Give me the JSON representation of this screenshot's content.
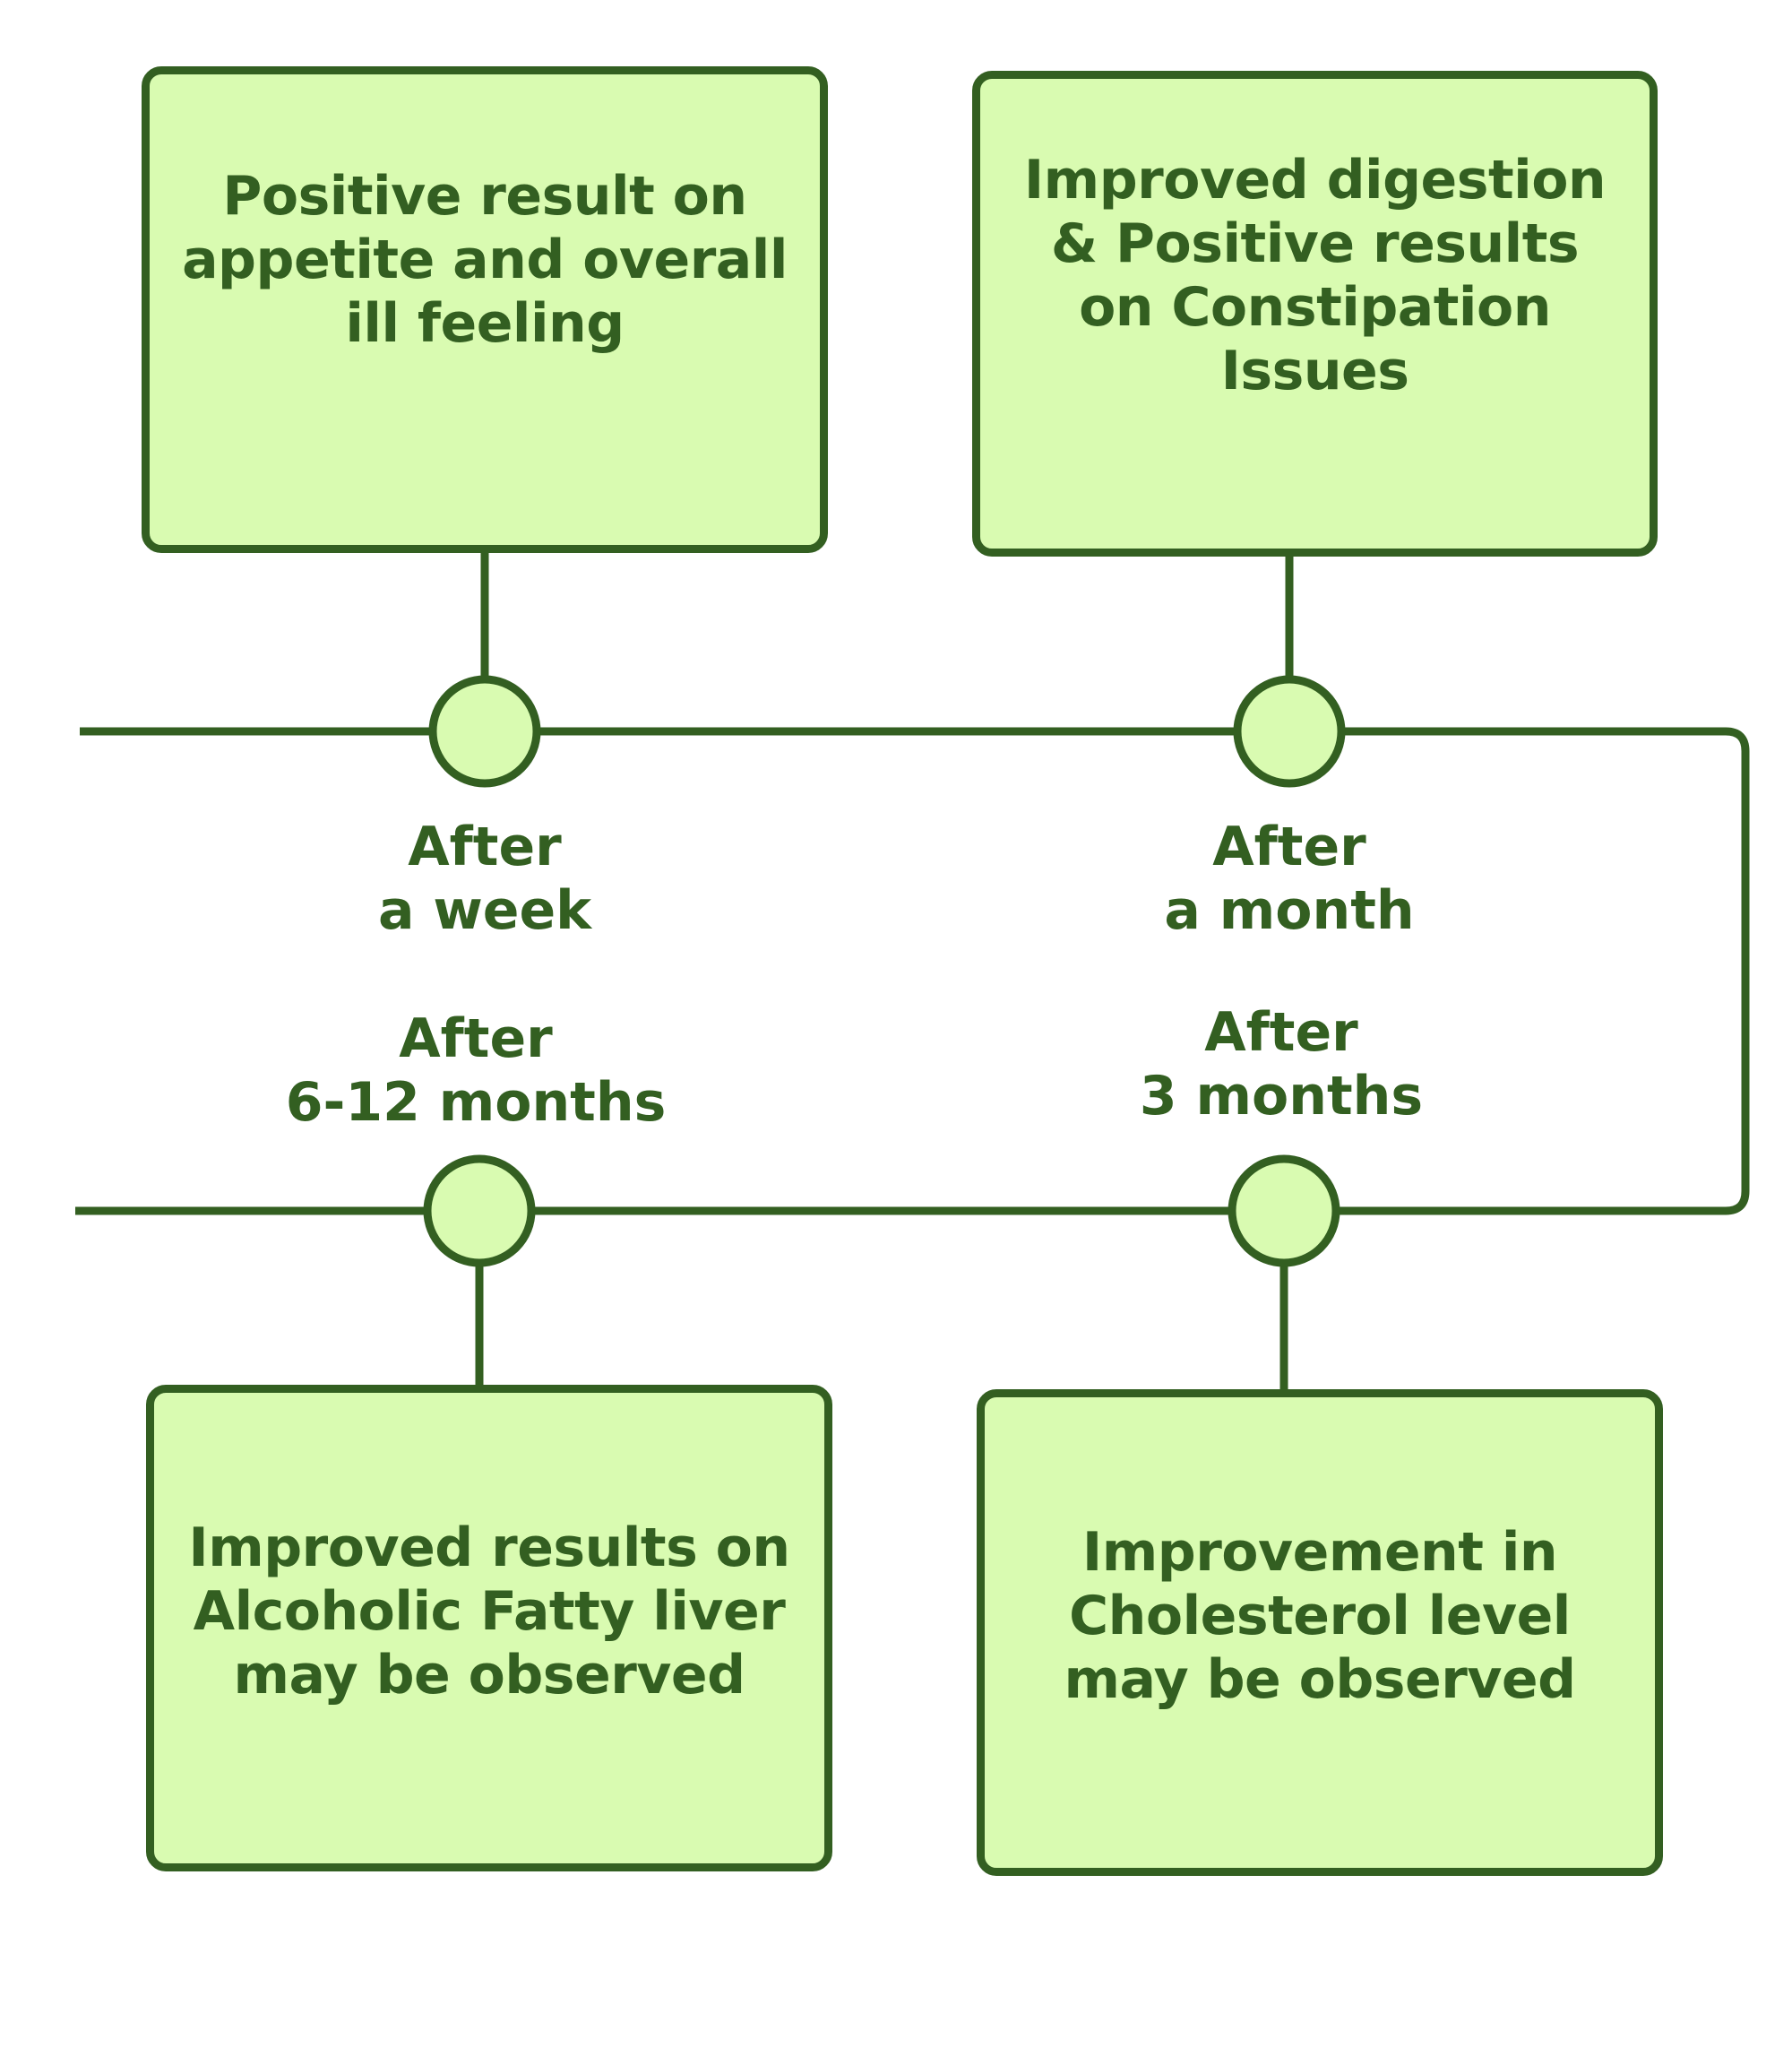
{
  "colors": {
    "stroke": "#335f21",
    "fill": "#d9fbb1",
    "text": "#335f21",
    "background": "#ffffff"
  },
  "milestones": [
    {
      "id": "week",
      "label_line1": "After",
      "label_line2": "a week",
      "description": "Positive result on\nappetite and overall\nill feeling"
    },
    {
      "id": "month",
      "label_line1": "After",
      "label_line2": "a month",
      "description": "Improved digestion\n& Positive results\non Constipation\nIssues"
    },
    {
      "id": "three-months",
      "label_line1": "After",
      "label_line2": "3 months",
      "description": "Improvement in\nCholesterol level\nmay be observed"
    },
    {
      "id": "six-twelve-months",
      "label_line1": "After",
      "label_line2": "6-12 months",
      "description": "Improved results on\nAlcoholic Fatty liver\nmay be observed"
    }
  ]
}
